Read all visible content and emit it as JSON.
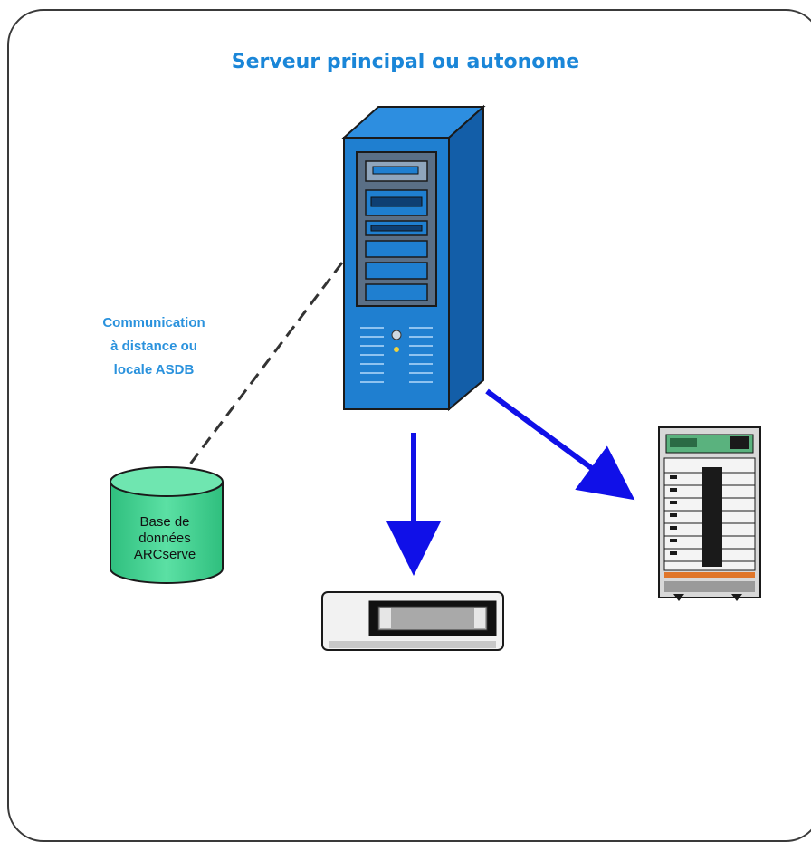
{
  "title": "Serveur principal ou autonome",
  "communication_label": {
    "line1": "Communication",
    "line2": "à distance ou",
    "line3": "locale ASDB"
  },
  "database_label": {
    "line1": "Base de",
    "line2": "données",
    "line3": "ARCserve"
  },
  "colors": {
    "title": "#1a86d8",
    "server_blue": "#1f7fd0",
    "arrow_blue": "#1010e8",
    "database_green": "#3ec98a"
  }
}
